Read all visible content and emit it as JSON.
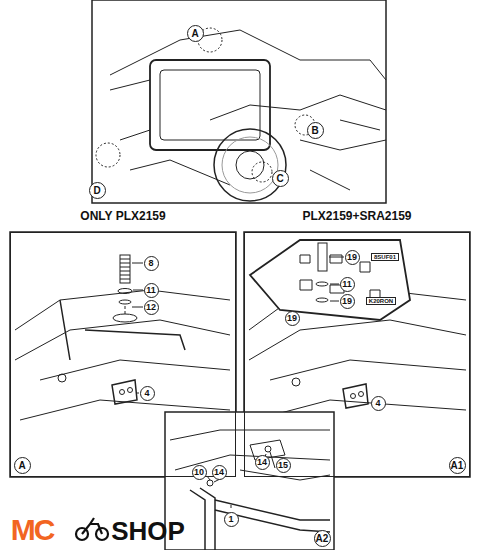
{
  "diagram": {
    "nodes": [
      {
        "text": [
          "ONLY PLX2159"
        ]
      },
      {
        "text": [
          "PLX2159+SRA2159"
        ]
      }
    ],
    "labels": [
      "A",
      "B",
      "C",
      "D",
      "8",
      "11",
      "12",
      "4",
      "A",
      "19",
      "8SUF01",
      "11",
      "19",
      "K20RON",
      "19",
      "4",
      "A1",
      "10",
      "14",
      "14",
      "15",
      "1",
      "A2",
      "MC",
      "SHOP"
    ]
  }
}
